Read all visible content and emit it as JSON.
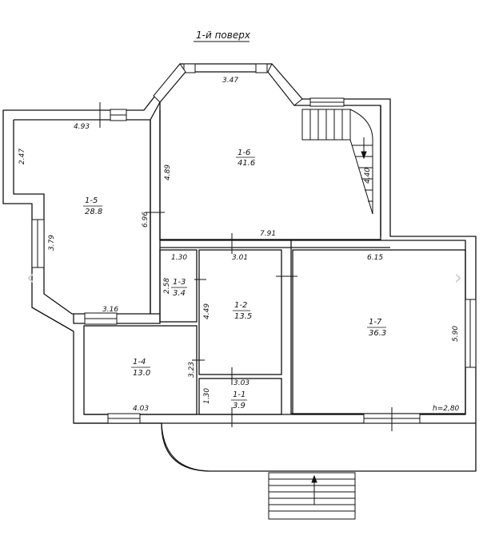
{
  "title": "1-й поверх",
  "rooms": [
    {
      "id": "1-1",
      "area": "3.9"
    },
    {
      "id": "1-2",
      "area": "13.5"
    },
    {
      "id": "1-3",
      "area": "3.4"
    },
    {
      "id": "1-4",
      "area": "13.0"
    },
    {
      "id": "1-5",
      "area": "28.8"
    },
    {
      "id": "1-6",
      "area": "41.6"
    },
    {
      "id": "1-7",
      "area": "36.3"
    }
  ],
  "dimensions": {
    "d347": "3.47",
    "d493": "4.93",
    "d247": "2.47",
    "d489": "4.89",
    "d696": "6.96",
    "d379": "3.79",
    "d440": "4.40",
    "d791": "7.91",
    "d130a": "1.30",
    "d301": "3.01",
    "d615": "6.15",
    "d258": "2.58",
    "d449": "4.49",
    "d316": "3.16",
    "d323": "3.23",
    "d590": "5.90",
    "d303": "3.03",
    "d130b": "1.30",
    "d403": "4.03",
    "height": "h=2,80"
  },
  "nav": {
    "prev": "‹",
    "next": "›"
  },
  "icons": [
    "stair-arrow-icon",
    "entrance-arrow-icon",
    "chevron-left-icon",
    "chevron-right-icon"
  ]
}
